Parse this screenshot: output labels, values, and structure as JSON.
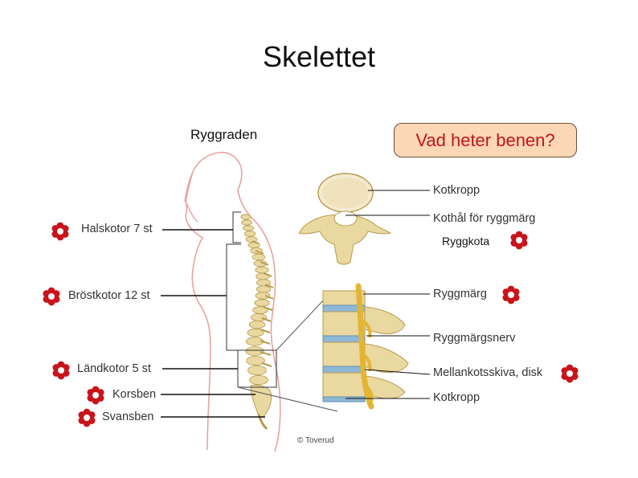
{
  "slide": {
    "title": "Skelettet",
    "subtitle": "Ryggraden",
    "question": "Vad heter benen?",
    "vertebra_tag": "Ryggkota",
    "copyright": "© Toverud"
  },
  "left_labels": [
    {
      "id": "halskotor",
      "text": "Halskotor 7 st"
    },
    {
      "id": "brostkotor",
      "text": "Bröstkotor 12 st"
    },
    {
      "id": "landkotor",
      "text": "Ländkotor 5 st"
    },
    {
      "id": "korsben",
      "text": "Korsben"
    },
    {
      "id": "svansben",
      "text": "Svansben"
    }
  ],
  "right_labels": [
    {
      "id": "kotkropp-top",
      "text": "Kotkropp"
    },
    {
      "id": "kothal",
      "text": "Kothål för ryggmärg"
    },
    {
      "id": "ryggmarg",
      "text": "Ryggmärg"
    },
    {
      "id": "ryggmargsnerv",
      "text": "Ryggmärgsnerv"
    },
    {
      "id": "mellankotsskiva",
      "text": "Mellankotsskiva, disk"
    },
    {
      "id": "kotkropp-bottom",
      "text": "Kotkropp"
    }
  ],
  "colors": {
    "flower": "#c8141a",
    "question_fill": "#fcd7b6",
    "question_text": "#c0161b",
    "body_outline": "#e9a3a0",
    "bone": "#e9d9a0",
    "bone_dark": "#b69b4e",
    "disc": "#8fb7d6",
    "nerve": "#e3b534"
  },
  "icons": {
    "marker": "flower-icon"
  }
}
